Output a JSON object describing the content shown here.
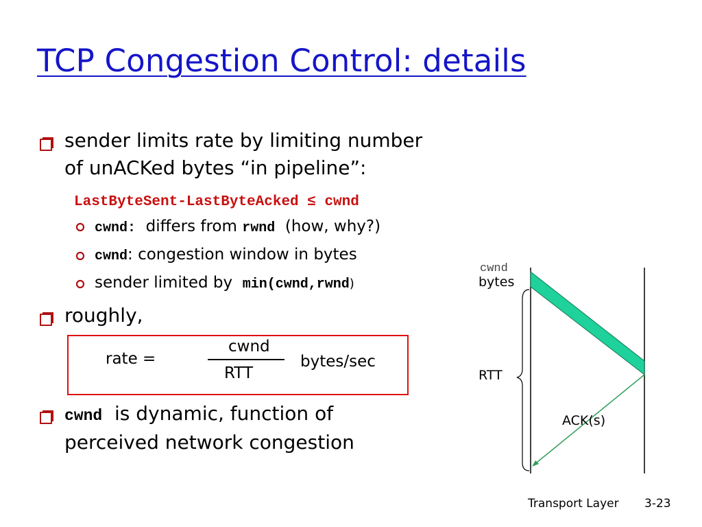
{
  "slide": {
    "title": "TCP Congestion Control: details",
    "bullet1": {
      "line1": "sender limits rate by limiting number",
      "line2": "of unACKed bytes “in pipeline”:",
      "equation": "LastByteSent-LastByteAcked ≤ cwnd",
      "sub1": {
        "code1": "cwnd:",
        "text1": "differs from",
        "code2": "rwnd",
        "text2": "(how, why?)"
      },
      "sub2": {
        "code": "cwnd",
        "text": ": congestion window in bytes"
      },
      "sub3": {
        "text": "sender limited by",
        "code": "min(cwnd,rwnd",
        "paren": ")"
      }
    },
    "bullet2": {
      "text": "roughly,",
      "formula": {
        "lhs": "rate =",
        "numerator": "cwnd",
        "denominator": "RTT",
        "unit": "bytes/sec"
      }
    },
    "bullet3": {
      "code": "cwnd",
      "line1": "is dynamic, function of",
      "line2": "perceived network congestion"
    }
  },
  "diagram": {
    "cwnd_label": "cwnd",
    "bytes_label": "bytes",
    "rtt_label": "RTT",
    "ack_label": "ACK(s)",
    "band_color": "#1fd19a",
    "ack_color": "#2e9e5a"
  },
  "footer": {
    "section": "Transport Layer",
    "page": "3-23"
  }
}
